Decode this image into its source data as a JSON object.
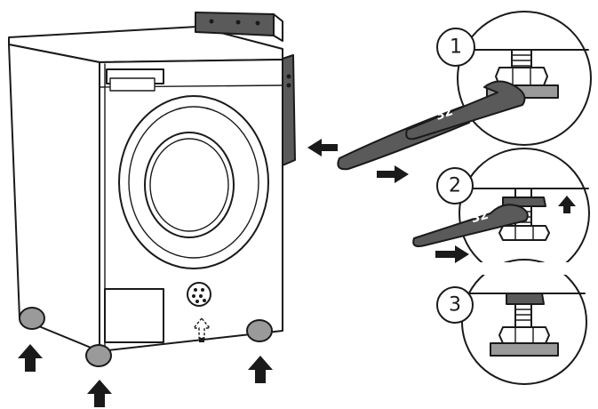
{
  "steps": [
    {
      "number": "1"
    },
    {
      "number": "2"
    },
    {
      "number": "3"
    }
  ],
  "wrench": {
    "size_label": "32"
  },
  "colors": {
    "line": "#1a1a1a",
    "gray_fill": "#9a9a9a",
    "dark_fill": "#5a5a5a",
    "background": "#ffffff"
  },
  "icons": [
    "arrow-up-icon",
    "arrow-left-icon",
    "arrow-right-icon",
    "wrench-icon"
  ]
}
